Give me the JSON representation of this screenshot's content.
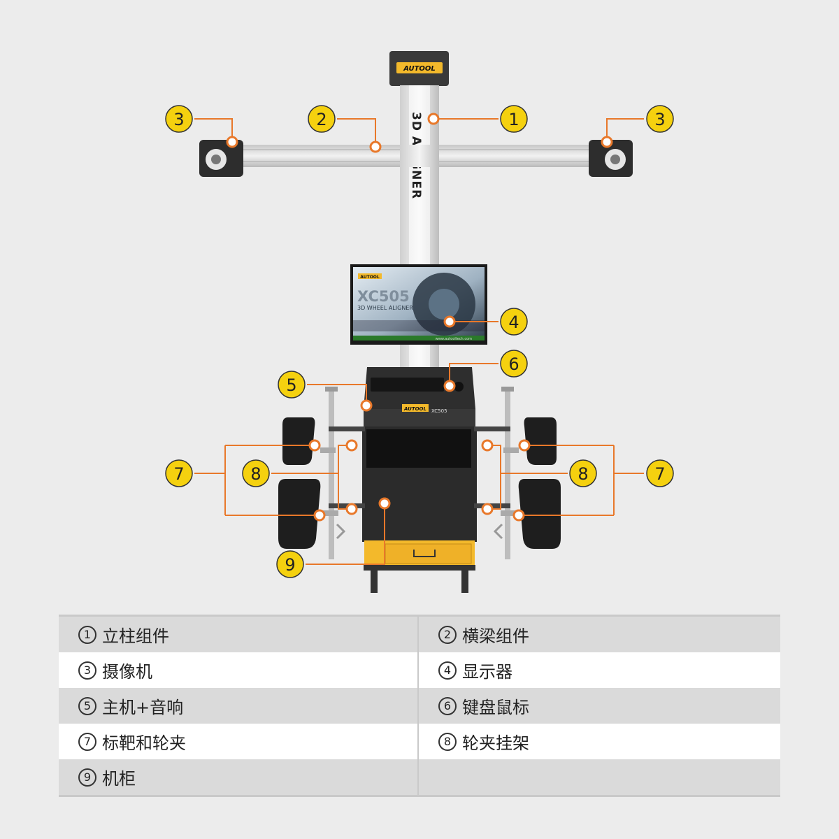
{
  "brand": "AUTOOL",
  "column_text": "3D ALIGNER",
  "monitor": {
    "brand": "AUTOOL",
    "model": "XC505",
    "subtitle": "3D WHEEL ALIGNER",
    "url": "www.autooltech.com"
  },
  "cabinet": {
    "brand": "AUTOOL",
    "model": "XC505"
  },
  "callouts": [
    {
      "num": "1",
      "label": "立柱组件"
    },
    {
      "num": "2",
      "label": "横梁组件"
    },
    {
      "num": "3",
      "label": "摄像机"
    },
    {
      "num": "4",
      "label": "显示器"
    },
    {
      "num": "5",
      "label": "主机+音响"
    },
    {
      "num": "6",
      "label": "键盘鼠标"
    },
    {
      "num": "7",
      "label": "标靶和轮夹"
    },
    {
      "num": "8",
      "label": "轮夹挂架"
    },
    {
      "num": "9",
      "label": "机柜"
    }
  ],
  "legend_rows": [
    {
      "left": {
        "num": "1",
        "label": "立柱组件"
      },
      "right": {
        "num": "2",
        "label": "横梁组件"
      }
    },
    {
      "left": {
        "num": "3",
        "label": "摄像机"
      },
      "right": {
        "num": "4",
        "label": "显示器"
      }
    },
    {
      "left": {
        "num": "5",
        "label": "主机+音响"
      },
      "right": {
        "num": "6",
        "label": "键盘鼠标"
      }
    },
    {
      "left": {
        "num": "7",
        "label": "标靶和轮夹"
      },
      "right": {
        "num": "8",
        "label": "轮夹挂架"
      }
    },
    {
      "left": {
        "num": "9",
        "label": "机柜"
      },
      "right": {
        "num": "",
        "label": ""
      }
    }
  ],
  "colors": {
    "accent_yellow": "#f5d10f",
    "leader_orange": "#e8782a",
    "brand_yellow": "#f3b92b"
  }
}
